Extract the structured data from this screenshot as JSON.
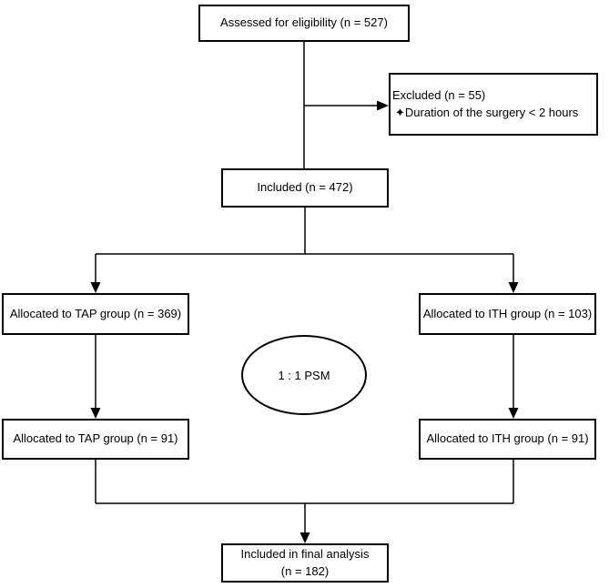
{
  "diagram": {
    "type": "flowchart",
    "nodes": {
      "assessed": {
        "label": "Assessed for eligibility (n = 527)"
      },
      "excluded": {
        "line1": "Excluded (n = 55)",
        "line2": "✦Duration of the surgery < 2 hours"
      },
      "included": {
        "label": "Included (n = 472)"
      },
      "tap_allocated": {
        "label": "Allocated to TAP group (n = 369)"
      },
      "ith_allocated": {
        "label": "Allocated to ITH group (n = 103)"
      },
      "psm": {
        "label": "1 : 1 PSM"
      },
      "tap_matched": {
        "label": "Allocated to TAP group (n = 91)"
      },
      "ith_matched": {
        "label": "Allocated to ITH group (n = 91)"
      },
      "final": {
        "line1": "Included in final analysis",
        "line2": "(n = 182)"
      }
    },
    "colors": {
      "background": "#ffffff",
      "box_fill": "#ffffff",
      "box_border": "#000000",
      "line": "#000000",
      "text": "#000000"
    }
  }
}
